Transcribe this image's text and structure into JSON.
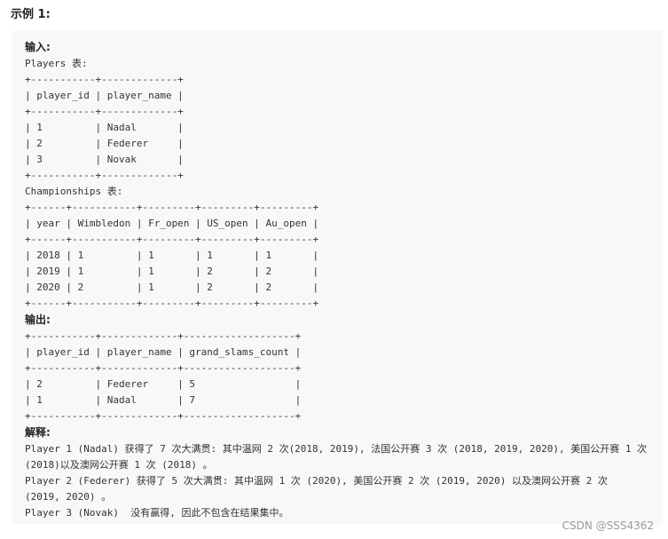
{
  "heading": "示例 1:",
  "input_label": "输入:",
  "players_caption": "Players 表:",
  "players_table": [
    "+-----------+-------------+",
    "| player_id | player_name |",
    "+-----------+-------------+",
    "| 1         | Nadal       |",
    "| 2         | Federer     |",
    "| 3         | Novak       |",
    "+-----------+-------------+"
  ],
  "championships_caption": "Championships 表:",
  "championships_table": [
    "+------+-----------+---------+---------+---------+",
    "| year | Wimbledon | Fr_open | US_open | Au_open |",
    "+------+-----------+---------+---------+---------+",
    "| 2018 | 1         | 1       | 1       | 1       |",
    "| 2019 | 1         | 1       | 2       | 2       |",
    "| 2020 | 2         | 1       | 2       | 2       |",
    "+------+-----------+---------+---------+---------+"
  ],
  "output_label": "输出:",
  "output_table": [
    "+-----------+-------------+-------------------+",
    "| player_id | player_name | grand_slams_count |",
    "+-----------+-------------+-------------------+",
    "| 2         | Federer     | 5                 |",
    "| 1         | Nadal       | 7                 |",
    "+-----------+-------------+-------------------+"
  ],
  "explanation_label": "解释:",
  "explanation_lines": [
    "Player 1 (Nadal) 获得了 7 次大满贯: 其中温网 2 次(2018, 2019), 法国公开赛 3 次 (2018, 2019, 2020), 美国公开赛 1 次",
    "(2018)以及澳网公开赛 1 次 (2018) 。",
    "Player 2 (Federer) 获得了 5 次大满贯: 其中温网 1 次 (2020), 美国公开赛 2 次 (2019, 2020) 以及澳网公开赛 2 次",
    "(2019, 2020) 。",
    "Player 3 (Novak)  没有赢得, 因此不包含在结果集中。"
  ],
  "watermark": "CSDN @SSS4362"
}
